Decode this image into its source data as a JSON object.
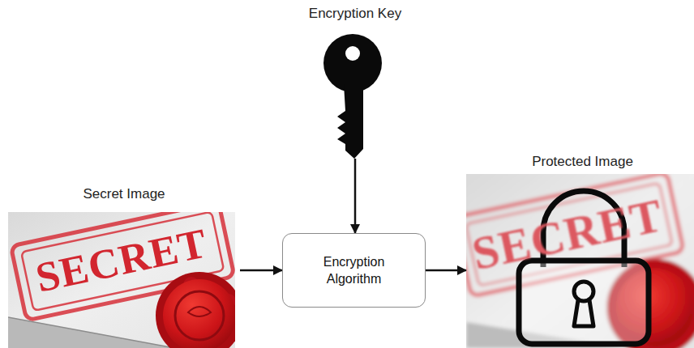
{
  "diagram": {
    "nodes": [
      {
        "text": [
          "Encryption Key"
        ]
      },
      {
        "text": [
          "Secret Image"
        ]
      },
      {
        "text": [
          "Encryption Algorithm"
        ]
      },
      {
        "text": [
          "Protected Image"
        ]
      }
    ],
    "edges": [
      {
        "from": 0,
        "to": 2,
        "arrow": "to"
      },
      {
        "from": 1,
        "to": 2,
        "arrow": "to"
      },
      {
        "from": 2,
        "to": 3,
        "arrow": "to"
      }
    ],
    "labels": [
      "SECRET",
      "SECRET"
    ]
  }
}
